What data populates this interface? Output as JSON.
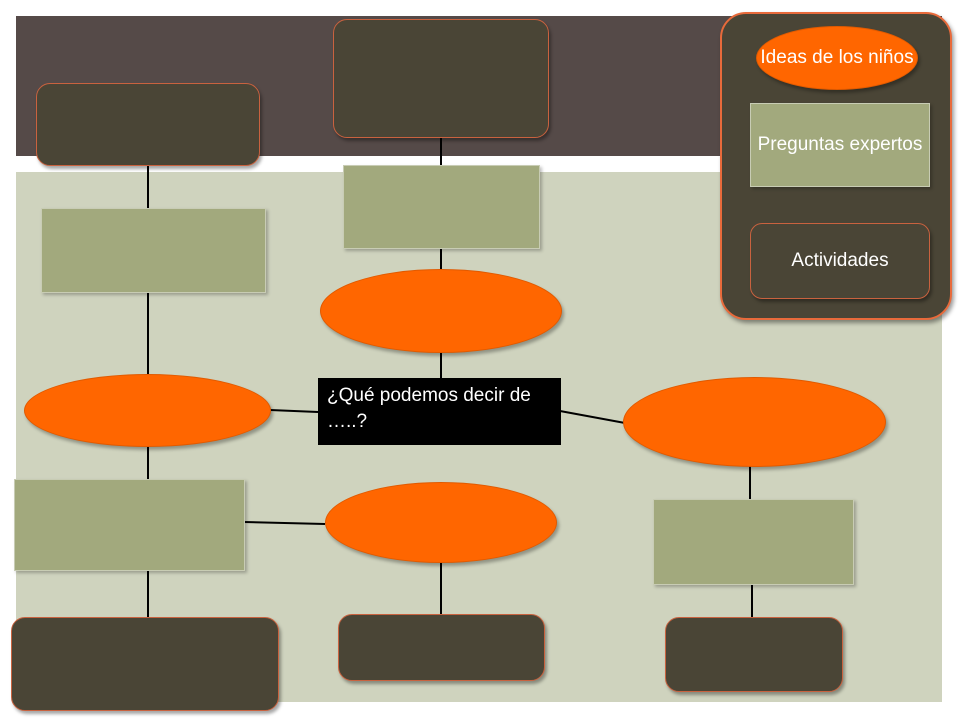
{
  "central_question": "¿Qué podemos decir de …..?",
  "legend": {
    "ideas_label": "Ideas de los niños",
    "questions_label": "Preguntas expertos",
    "activities_label": "Actividades"
  },
  "colors": {
    "background_top": "#554a48",
    "background_bottom": "#cfd3be",
    "dark_box": "#4a4536",
    "green_box": "#a2a97d",
    "orange_oval": "#ff6600",
    "center_box": "#000000"
  }
}
